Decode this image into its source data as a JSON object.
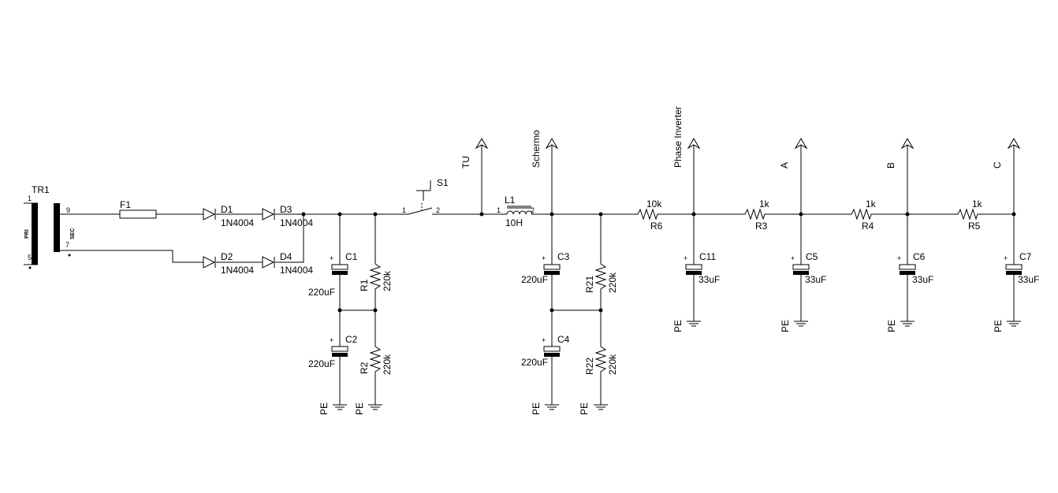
{
  "transformer": {
    "ref": "TR1",
    "pin1": "1",
    "pin5": "5",
    "pin9": "9",
    "pin7": "7",
    "pri": "PRI",
    "sec": "SEC"
  },
  "fuse": {
    "ref": "F1"
  },
  "diodes": [
    {
      "ref": "D1",
      "value": "1N4004"
    },
    {
      "ref": "D3",
      "value": "1N4004"
    },
    {
      "ref": "D2",
      "value": "1N4004"
    },
    {
      "ref": "D4",
      "value": "1N4004"
    }
  ],
  "switch": {
    "ref": "S1",
    "pin1": "1",
    "pin2": "2"
  },
  "inductor": {
    "ref": "L1",
    "value": "10H",
    "pin1": "1",
    "pin2": "2"
  },
  "capacitors": [
    {
      "ref": "C1",
      "value": "220uF"
    },
    {
      "ref": "C2",
      "value": "220uF"
    },
    {
      "ref": "C3",
      "value": "220uF"
    },
    {
      "ref": "C4",
      "value": "220uF"
    },
    {
      "ref": "C11",
      "value": "33uF"
    },
    {
      "ref": "C5",
      "value": "33uF"
    },
    {
      "ref": "C6",
      "value": "33uF"
    },
    {
      "ref": "C7",
      "value": "33uF"
    }
  ],
  "resistors": [
    {
      "ref": "R1",
      "value": "220k"
    },
    {
      "ref": "R2",
      "value": "220k"
    },
    {
      "ref": "R21",
      "value": "220k"
    },
    {
      "ref": "R22",
      "value": "220k"
    },
    {
      "ref": "R6",
      "value": "10k"
    },
    {
      "ref": "R3",
      "value": "1k"
    },
    {
      "ref": "R4",
      "value": "1k"
    },
    {
      "ref": "R5",
      "value": "1k"
    }
  ],
  "outputs": [
    "TU",
    "Schermo",
    "Phase Inverter",
    "A",
    "B",
    "C"
  ],
  "ground": "PE"
}
